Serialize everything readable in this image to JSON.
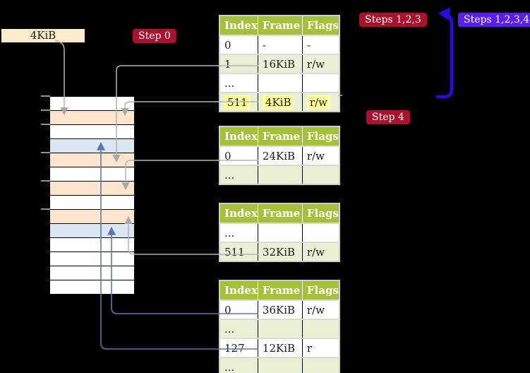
{
  "legend": {
    "frame_size_label": "4KiB"
  },
  "badges": {
    "step0": "Step 0",
    "steps123": "Steps 1,2,3",
    "steps1234": "Steps 1,2,3,4",
    "step4": "Step 4"
  },
  "colors": {
    "header_green": "#a5c13a",
    "row_shade_green": "#eaf0d6",
    "frame_page_table_orange": "#fce5cc",
    "frame_mapped_blue": "#dbe7f3",
    "highlight_yellow": "#ffff9c",
    "badge_red": "#a9112c",
    "badge_blue": "#5a1ef0",
    "recursive_arrow_blue": "#2b0ae0",
    "connector_gray": "#b3b3b3",
    "connector_steel_blue": "#5b79ae",
    "legend_beige": "#fbeccb"
  },
  "memory": {
    "row_kinds": [
      "free",
      "page-table",
      "free",
      "mapped",
      "page-table",
      "free",
      "page-table",
      "free",
      "page-table",
      "mapped",
      "free",
      "free",
      "free",
      "free"
    ],
    "tick_row_offsets": [
      0,
      1,
      2,
      4,
      6,
      8
    ]
  },
  "page_tables": [
    {
      "id": "level-4-table",
      "headers": [
        "Index",
        "Frame",
        "Flags"
      ],
      "rows": [
        {
          "cells": [
            "0",
            "-",
            "-"
          ],
          "shaded": false,
          "highlight": false
        },
        {
          "cells": [
            "1",
            "16KiB",
            "r/w"
          ],
          "shaded": true,
          "highlight": false
        },
        {
          "cells": [
            "...",
            "",
            ""
          ],
          "shaded": false,
          "highlight": false
        },
        {
          "cells": [
            "511",
            "4KiB",
            "r/w"
          ],
          "shaded": true,
          "highlight": true
        }
      ]
    },
    {
      "id": "level-3-table",
      "headers": [
        "Index",
        "Frame",
        "Flags"
      ],
      "rows": [
        {
          "cells": [
            "0",
            "24KiB",
            "r/w"
          ],
          "shaded": false,
          "highlight": false
        },
        {
          "cells": [
            "...",
            "",
            ""
          ],
          "shaded": true,
          "highlight": false
        }
      ]
    },
    {
      "id": "level-2-table",
      "headers": [
        "Index",
        "Frame",
        "Flags"
      ],
      "rows": [
        {
          "cells": [
            "...",
            "",
            ""
          ],
          "shaded": false,
          "highlight": false
        },
        {
          "cells": [
            "511",
            "32KiB",
            "r/w"
          ],
          "shaded": true,
          "highlight": false
        }
      ]
    },
    {
      "id": "level-1-table",
      "headers": [
        "Index",
        "Frame",
        "Flags"
      ],
      "rows": [
        {
          "cells": [
            "0",
            "36KiB",
            "r/w"
          ],
          "shaded": false,
          "highlight": false
        },
        {
          "cells": [
            "...",
            "",
            ""
          ],
          "shaded": true,
          "highlight": false
        },
        {
          "cells": [
            "127",
            "12KiB",
            "r"
          ],
          "shaded": false,
          "highlight": false
        },
        {
          "cells": [
            "...",
            "",
            ""
          ],
          "shaded": true,
          "highlight": false
        }
      ]
    }
  ]
}
